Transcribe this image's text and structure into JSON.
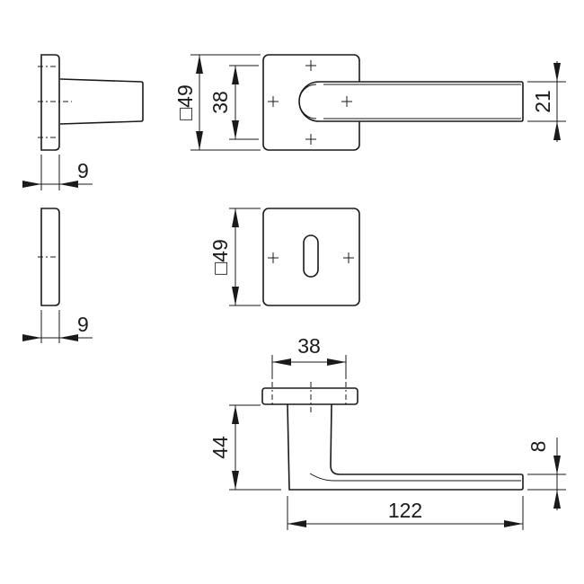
{
  "title": "Lever handle on square rose – dimension drawing",
  "dimensions": {
    "side_rose_thickness": "9",
    "side_escutcheon_thickness": "9",
    "rose_square": "□49",
    "fixing_spacing": "38",
    "lever_width": "21",
    "escutcheon_square": "□49",
    "bottom_spacing": "38",
    "projection": "44",
    "lever_thickness": "8",
    "lever_length": "122"
  }
}
